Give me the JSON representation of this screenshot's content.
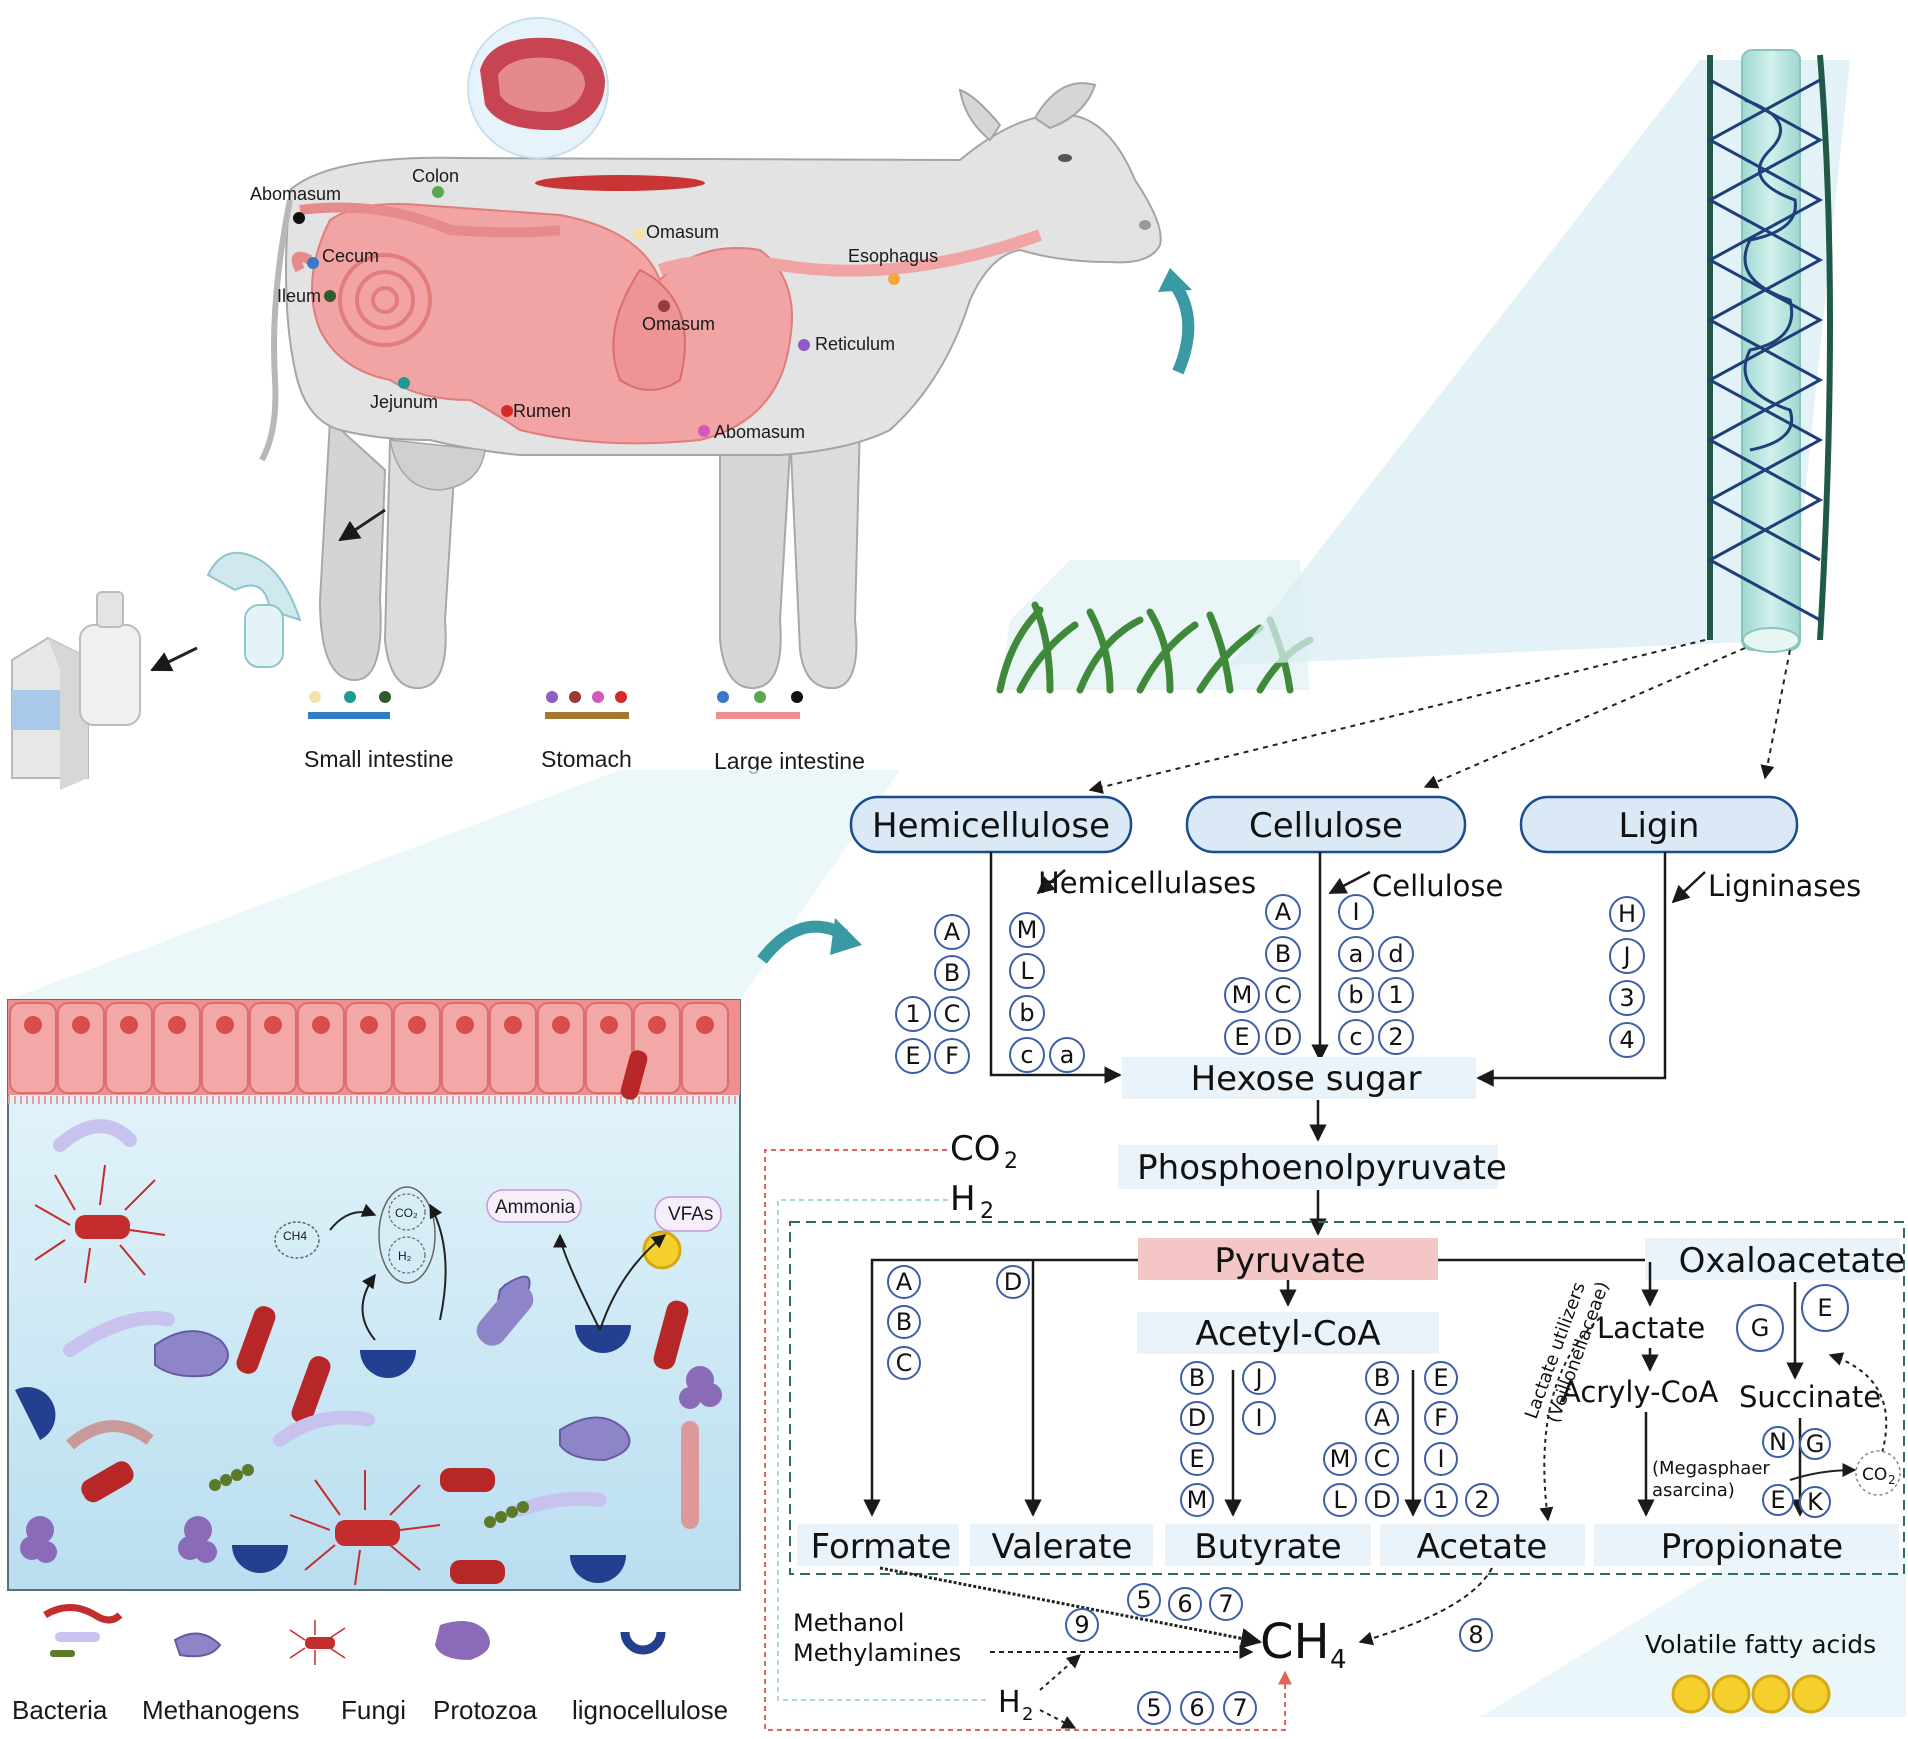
{
  "organs": {
    "abomasum_top": "Abomasum",
    "colon": "Colon",
    "omasum_upper": "Omasum",
    "cecum": "Cecum",
    "ileum": "Ileum",
    "esophagus": "Esophagus",
    "omasum_lower": "Omasum",
    "reticulum": "Reticulum",
    "jejunum": "Jejunum",
    "rumen": "Rumen",
    "abomasum_lower": "Abomasum"
  },
  "gut_legend": {
    "small_intestine": "Small intestine",
    "stomach": "Stomach",
    "large_intestine": "Large intestine"
  },
  "micro_panel": {
    "ch4": "CH4",
    "co2": "CO₂",
    "h2": "H₂",
    "ammonia": "Ammonia",
    "vfas": "VFAs"
  },
  "microbe_legend": [
    "Bacteria",
    "Methanogens",
    "Fungi",
    "Protozoa",
    "lignocellulose"
  ],
  "substrates": {
    "hemicellulose": "Hemicellulose",
    "cellulose": "Cellulose",
    "ligin": "Ligin"
  },
  "enzymes": {
    "hemicellulases": "Hemicellulases",
    "cellulose": "Cellulose",
    "ligninases": "Ligninases"
  },
  "metabolites": {
    "hexose": "Hexose sugar",
    "pep": "Phosphoenolpyruvate",
    "co2": "CO",
    "co2_sub": "2",
    "h2": "H",
    "h2_sub": "2",
    "pyruvate": "Pyruvate",
    "oxaloacetate": "Oxaloacetate",
    "acetyl_coa": "Acetyl-CoA",
    "lactate": "Lactate",
    "acryly_coa": "Acryly-CoA",
    "succinate": "Succinate",
    "lactate_utilizers_1": "Lactate utilizers",
    "lactate_utilizers_2": "(Veillonellaceae)",
    "megasphaera_1": "(Megasphaer",
    "megasphaera_2": "asarcina)",
    "co2_small": "CO",
    "co2_small_sub": "2",
    "formate": "Formate",
    "valerate": "Valerate",
    "butyrate": "Butyrate",
    "acetate": "Acetate",
    "propionate": "Propionate",
    "methanol": "Methanol",
    "methylamines": "Methylamines",
    "ch4": "CH",
    "ch4_sub": "4",
    "h2_bottom": "H",
    "h2_bottom_sub": "2",
    "vfa": "Volatile fatty acids"
  },
  "markers": {
    "hemi_left": [
      [
        "A"
      ],
      [
        "B"
      ],
      [
        "1",
        "C"
      ],
      [
        "E",
        "F"
      ]
    ],
    "hemi_right": [
      "M",
      "L",
      "b",
      "c"
    ],
    "hemi_extra": "a",
    "cell_left": [
      "A",
      "B",
      "C",
      "D"
    ],
    "cell_left_extra": [
      "M",
      "E"
    ],
    "cell_mid": [
      "I",
      "a",
      "b",
      "c"
    ],
    "cell_right": [
      "d",
      "1",
      "2"
    ],
    "ligin": [
      "H",
      "J",
      "3",
      "4"
    ],
    "formate": [
      "A",
      "B",
      "C"
    ],
    "valerate": [
      "D"
    ],
    "butyrate_left": [
      "B",
      "D",
      "E",
      "M"
    ],
    "butyrate_right": [
      "J",
      "I"
    ],
    "acetate_left": [
      "B",
      "A",
      "C",
      "D"
    ],
    "acetate_left_extra": [
      "M",
      "L"
    ],
    "acetate_right": [
      "E",
      "F",
      "I",
      "1"
    ],
    "acetate_right_extra": "2",
    "oxalo": [
      "G",
      "E"
    ],
    "succinate": [
      "N",
      "G",
      "E",
      "K"
    ],
    "ch4_top": [
      "5",
      "6",
      "7"
    ],
    "ch4_nine": "9",
    "ch4_eight": "8",
    "ch4_bottom": [
      "5",
      "6",
      "7"
    ]
  }
}
